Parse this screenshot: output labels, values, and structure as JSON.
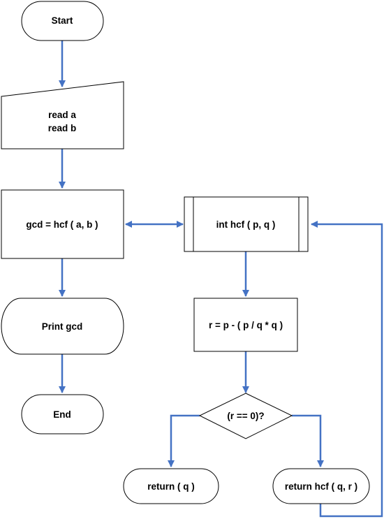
{
  "diagram": {
    "start": "Start",
    "input_line1": "read a",
    "input_line2": "read b",
    "assign": "gcd = hcf ( a, b )",
    "function": "int hcf ( p, q )",
    "compute": "r = p - ( p / q * q )",
    "decision": "(r == 0)?",
    "print": "Print gcd",
    "end": "End",
    "return_q": "return ( q )",
    "return_recursive": "return hcf ( q, r )"
  },
  "colors": {
    "connector": "#4472c4",
    "outline": "#000000",
    "fill": "#ffffff"
  }
}
